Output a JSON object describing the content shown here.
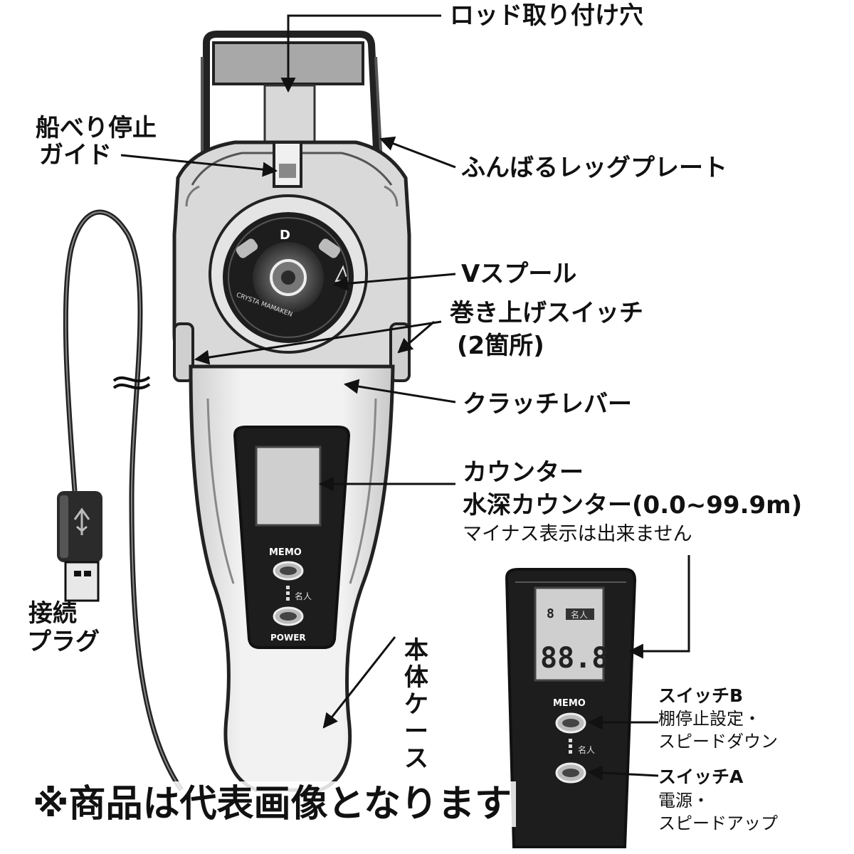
{
  "labels": {
    "rod_hole": "ロッド取り付け穴",
    "boat_guide_line1": "船べり停止",
    "boat_guide_line2": "ガイド",
    "leg_plate": "ふんばるレッグプレート",
    "v_spool": "Vスプール",
    "reel_switch_line1": "巻き上げスイッチ",
    "reel_switch_line2": "(2箇所)",
    "clutch_lever": "クラッチレバー",
    "counter_line1": "カウンター",
    "counter_line2": "水深カウンター(0.0~99.9m)",
    "counter_line3": "マイナス表示は出来ません",
    "plug_line1": "接続",
    "plug_line2": "プラグ",
    "body_case": "本体ケース",
    "switch_b_title": "スイッチB",
    "switch_b_desc1": "棚停止設定・",
    "switch_b_desc2": "スピードダウン",
    "switch_a_title": "スイッチA",
    "switch_a_desc1": "電源・",
    "switch_a_desc2": "スピードアップ"
  },
  "device": {
    "memo_label": "MEMO",
    "power_label": "POWER",
    "meijin_label": "名人",
    "brand_mark": "D",
    "spool_text": "CRYSTA MAMAKEN",
    "lcd_small_digit": "8",
    "lcd_digits": "88.8"
  },
  "notice": "※商品は代表画像となります"
}
